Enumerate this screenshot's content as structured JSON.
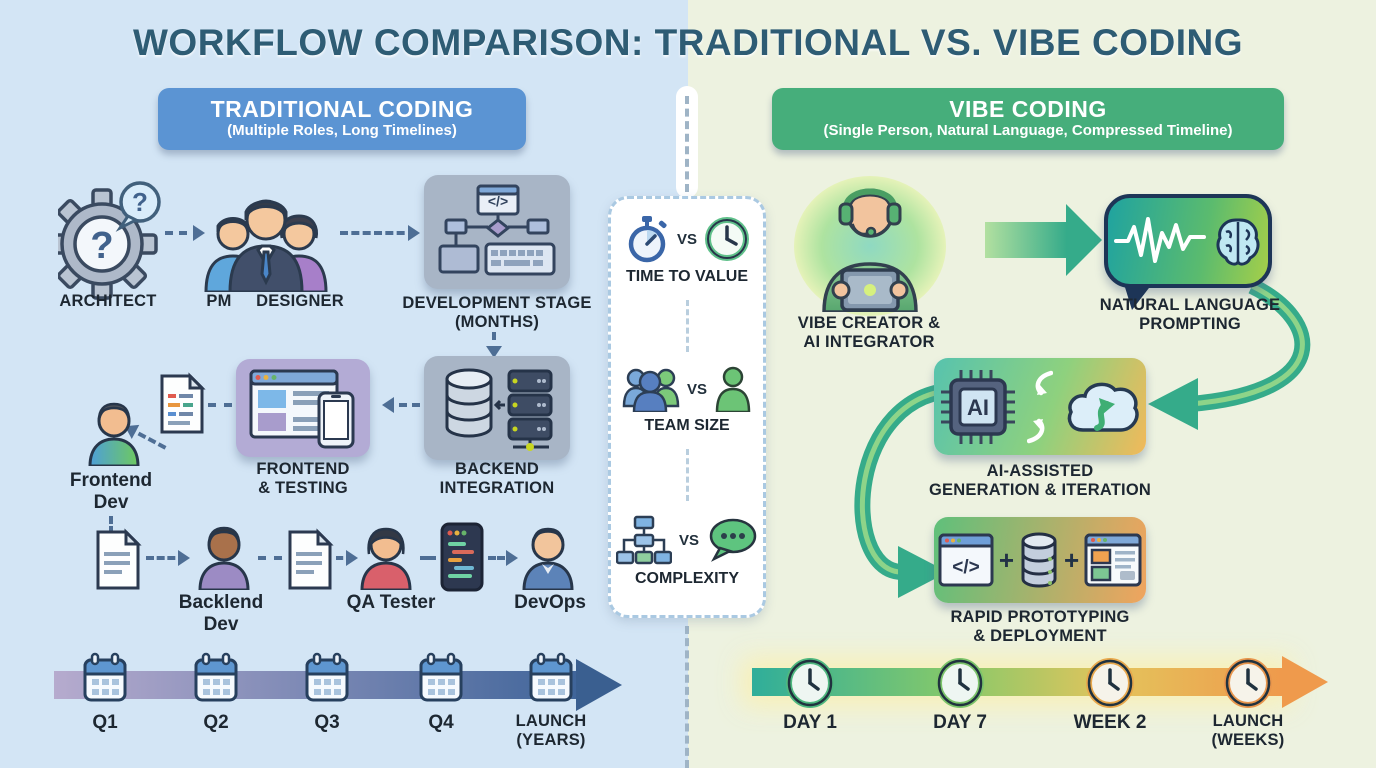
{
  "title": "WORKFLOW COMPARISON: TRADITIONAL VS. VIBE CODING",
  "left": {
    "header": {
      "title": "TRADITIONAL CODING",
      "subtitle": "(Multiple Roles, Long Timelines)"
    },
    "row1": {
      "architect": "ARCHITECT",
      "pm": "PM",
      "designer": "DESIGNER",
      "dev_stage": "DEVELOPMENT STAGE\n(MONTHS)"
    },
    "row2": {
      "backend_integration": "BACKEND\nINTEGRATION",
      "frontend_testing": "FRONTEND\n& TESTING",
      "frontend_dev": "Frontend\nDev"
    },
    "row3": {
      "backend_dev": "Backlend\nDev",
      "qa_tester": "QA Tester",
      "devops": "DevOps"
    },
    "timeline": {
      "q1": "Q1",
      "q2": "Q2",
      "q3": "Q3",
      "q4": "Q4",
      "launch": "LAUNCH\n(YEARS)"
    }
  },
  "center": {
    "items": [
      {
        "left_icon": "stopwatch-icon",
        "vs": "VS",
        "right_icon": "clock-icon",
        "label": "TIME TO VALUE"
      },
      {
        "left_icon": "team-group-icon",
        "vs": "VS",
        "right_icon": "single-person-icon",
        "label": "TEAM SIZE"
      },
      {
        "left_icon": "hierarchy-icon",
        "vs": "VS",
        "right_icon": "speech-bubble-icon",
        "label": "COMPLEXITY"
      }
    ]
  },
  "right": {
    "header": {
      "title": "VIBE CODING",
      "subtitle": "(Single Person, Natural Language, Compressed Timeline)"
    },
    "steps": {
      "creator": "VIBE CREATOR &\nAI INTEGRATOR",
      "nlp": "NATURAL LANGUAGE\nPROMPTING",
      "ai": "AI-ASSISTED\nGENERATION & ITERATION",
      "rapid": "RAPID PROTOTYPING\n& DEPLOYMENT"
    },
    "timeline": {
      "m1": "DAY 1",
      "m2": "DAY 7",
      "m3": "WEEK 2",
      "launch": "LAUNCH\n(WEEKS)"
    }
  },
  "glyphs": {
    "question": "?",
    "code": "</>",
    "ai_chip": "AI",
    "plus": "+"
  },
  "colors": {
    "left_bg": "#d3e5f5",
    "right_bg": "#edf2e0",
    "title_text": "#2e5c74",
    "traditional_header": "#5b94d3",
    "vibe_header": "#46ae7b",
    "gray_box": "#a8b5c6",
    "purple_box": "#b3abd5",
    "dashed_arrow": "#4e6e95",
    "label_text": "#1d2731",
    "left_timeline_start": "#b6abce",
    "left_timeline_end": "#40659a",
    "green_arrow": "#35ab8a",
    "green_arrow_light": "#8ed489",
    "bubble_gradient": [
      "#1fa3a0",
      "#8cc63f"
    ],
    "ai_box_gradient": [
      "#57c3ae",
      "#8ed17e",
      "#f2b95a"
    ],
    "rapid_box_gradient": [
      "#5fc07b",
      "#f0a45e"
    ],
    "right_timeline_gradient": [
      "#2fae9a",
      "#86c96a",
      "#e4c45c",
      "#ef9a4c"
    ],
    "clock_ring_green": "#4fb87f",
    "clock_ring_orange": "#e8a84c"
  }
}
